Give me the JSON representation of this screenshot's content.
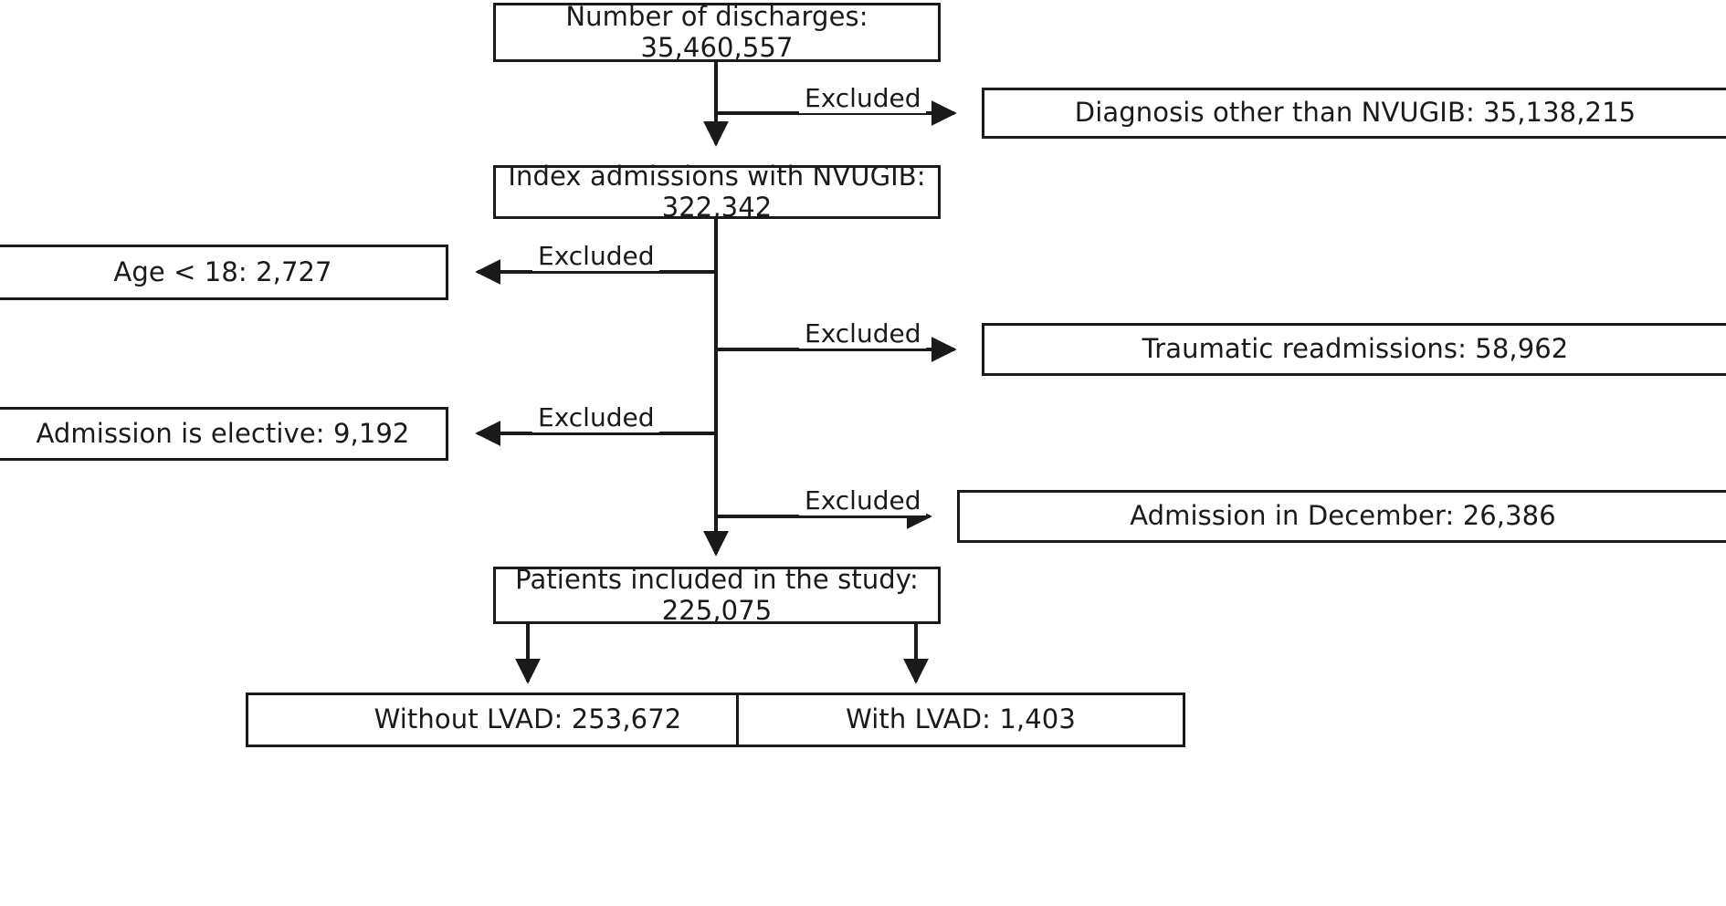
{
  "figure": {
    "type": "flowchart",
    "orientation": "top-to-bottom",
    "background_color": "#ffffff",
    "line_color": "#1a1a1a",
    "box_border_color": "#1a1a1a",
    "box_fill_color": "#ffffff"
  },
  "nodes": {
    "discharges": "Number of discharges: 35,460,557",
    "other_diagnosis": "Diagnosis other than NVUGIB: 35,138,215",
    "index_admissions": "Index admissions with NVUGIB: 322,342",
    "age_under_18": "Age < 18: 2,727",
    "traumatic_readmissions": "Traumatic readmissions: 58,962",
    "elective_admission": "Admission is elective: 9,192",
    "december_admission": "Admission in December: 26,386",
    "included_patients": "Patients included in the study: 225,075",
    "without_lvad": "Without LVAD: 253,672",
    "with_lvad": "With LVAD: 1,403"
  },
  "edge_labels": {
    "excluded_1": "Excluded",
    "excluded_2": "Excluded",
    "excluded_3": "Excluded",
    "excluded_4": "Excluded",
    "excluded_5": "Excluded"
  },
  "chart_data": {
    "type": "flow",
    "title": "",
    "steps": [
      {
        "id": "discharges",
        "label": "Number of discharges",
        "value": 35460557
      },
      {
        "id": "other_diagnosis",
        "label": "Diagnosis other than NVUGIB",
        "value": 35138215,
        "role": "excluded"
      },
      {
        "id": "index_admissions",
        "label": "Index admissions with NVUGIB",
        "value": 322342
      },
      {
        "id": "age_under_18",
        "label": "Age < 18",
        "value": 2727,
        "role": "excluded"
      },
      {
        "id": "traumatic_readmissions",
        "label": "Traumatic readmissions",
        "value": 58962,
        "role": "excluded"
      },
      {
        "id": "elective_admission",
        "label": "Admission is elective",
        "value": 9192,
        "role": "excluded"
      },
      {
        "id": "december_admission",
        "label": "Admission in December",
        "value": 26386,
        "role": "excluded"
      },
      {
        "id": "included_patients",
        "label": "Patients included in the study",
        "value": 225075
      },
      {
        "id": "without_lvad",
        "label": "Without LVAD",
        "value": 253672
      },
      {
        "id": "with_lvad",
        "label": "With LVAD",
        "value": 1403
      }
    ]
  }
}
